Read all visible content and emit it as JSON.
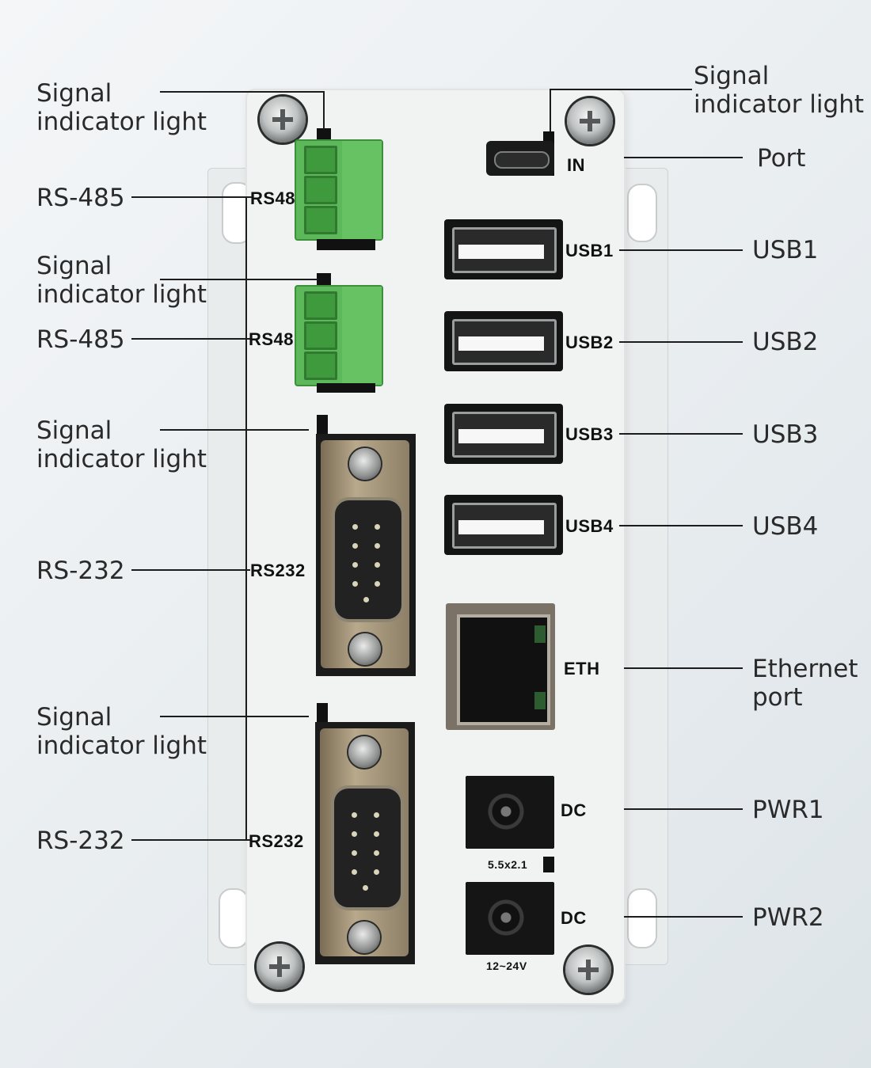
{
  "callouts_left": [
    {
      "id": "signal-1",
      "text": "Signal\nindicator light"
    },
    {
      "id": "rs485-1",
      "text": "RS-485"
    },
    {
      "id": "signal-2",
      "text": "Signal\nindicator light"
    },
    {
      "id": "rs485-2",
      "text": "RS-485"
    },
    {
      "id": "signal-3",
      "text": "Signal\nindicator light"
    },
    {
      "id": "rs232-1",
      "text": "RS-232"
    },
    {
      "id": "signal-4",
      "text": "Signal\nindicator light"
    },
    {
      "id": "rs232-2",
      "text": "RS-232"
    }
  ],
  "callouts_right": [
    {
      "id": "signal-top",
      "text": "Signal\nindicator light"
    },
    {
      "id": "port",
      "text": "Port"
    },
    {
      "id": "usb1",
      "text": "USB1"
    },
    {
      "id": "usb2",
      "text": "USB2"
    },
    {
      "id": "usb3",
      "text": "USB3"
    },
    {
      "id": "usb4",
      "text": "USB4"
    },
    {
      "id": "ethernet",
      "text": "Ethernet\nport"
    },
    {
      "id": "pwr1",
      "text": "PWR1"
    },
    {
      "id": "pwr2",
      "text": "PWR2"
    }
  ],
  "device_labels": {
    "rs485_a": "RS48",
    "rs485_b": "RS48",
    "rs232_a": "RS232",
    "rs232_b": "RS232",
    "in": "IN",
    "usb1": "USB1",
    "usb2": "USB2",
    "usb3": "USB3",
    "usb4": "USB4",
    "eth": "ETH",
    "dc1": "DC",
    "dc2": "DC",
    "dc_size": "5.5x2.1",
    "voltage": "12~24V"
  },
  "colors": {
    "terminal_green": "#5cb85a",
    "plate": "#f1f3f2",
    "line": "#1c1c1c",
    "text": "#2a2a2a"
  }
}
